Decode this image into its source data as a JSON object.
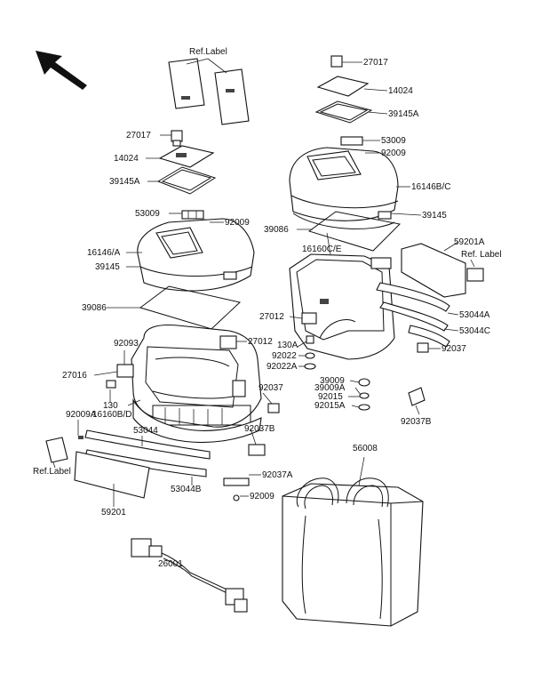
{
  "labels": {
    "ref_label_top": "Ref.Label",
    "p27017_right": "27017",
    "p14024_right": "14024",
    "p39145a_right": "39145A",
    "p53009_right": "53009",
    "p92009_right": "92009",
    "p16146bc": "16146B/C",
    "p39145_right": "39145",
    "p39086_right": "39086",
    "p16160ce": "16160C/E",
    "p59201a": "59201A",
    "ref_label_right": "Ref. Label",
    "p53044a": "53044A",
    "p53044c": "53044C",
    "p92037_right": "92037",
    "p27012_right_mid": "27012",
    "p130a": "130A",
    "p92022": "92022",
    "p92022a": "92022A",
    "p39009": "39009",
    "p39009a": "39009A",
    "p92015": "92015",
    "p92015a": "92015A",
    "p92037b_right": "92037B",
    "p27017_left": "27017",
    "p14024_left": "14024",
    "p39145a_left": "39145A",
    "p53009_left": "53009",
    "p92009_left": "92009",
    "p16146a": "16146/A",
    "p39145_left": "39145",
    "p39086_left": "39086",
    "p27012_left": "27012",
    "p92093": "92093",
    "p27016": "27016",
    "p130": "130",
    "p16160bd": "16160B/D",
    "p92037_left": "92037",
    "p92009a": "92009A",
    "p53044": "53044",
    "p92037b_left": "92037B",
    "ref_label_left": "Ref.Label",
    "p92037a": "92037A",
    "p53044b": "53044B",
    "p92009_bottom": "92009",
    "p59201": "59201",
    "p56008": "56008",
    "p26001": "26001"
  }
}
